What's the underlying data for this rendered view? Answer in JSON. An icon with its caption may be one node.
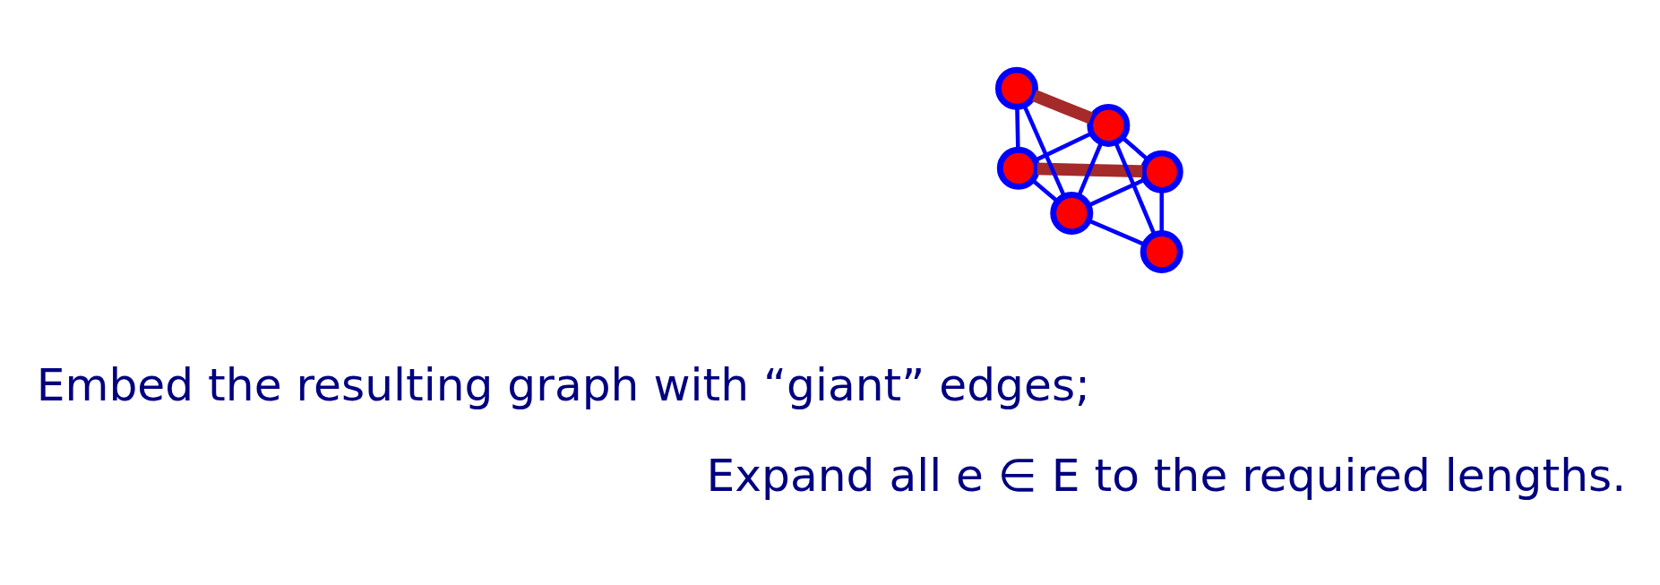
{
  "diagram": {
    "nodes": [
      {
        "text": [],
        "shape": "circle"
      },
      {
        "text": [],
        "shape": "circle"
      },
      {
        "text": [],
        "shape": "circle"
      },
      {
        "text": [],
        "shape": "circle"
      },
      {
        "text": [],
        "shape": "circle"
      },
      {
        "text": [],
        "shape": "circle"
      }
    ],
    "edges": [
      {
        "from": 0,
        "to": 1,
        "arrow": "none",
        "style": "thick",
        "color": "#a52a2a"
      },
      {
        "from": 0,
        "to": 4,
        "arrow": "none"
      },
      {
        "from": 0,
        "to": 3,
        "arrow": "none"
      },
      {
        "from": 0,
        "to": 5,
        "arrow": "none"
      },
      {
        "from": 1,
        "to": 4,
        "arrow": "none"
      },
      {
        "from": 1,
        "to": 2,
        "arrow": "none"
      },
      {
        "from": 1,
        "to": 3,
        "arrow": "none"
      },
      {
        "from": 2,
        "to": 4,
        "arrow": "none"
      },
      {
        "from": 2,
        "to": 3,
        "arrow": "none"
      },
      {
        "from": 3,
        "to": 4,
        "arrow": "none"
      },
      {
        "from": 4,
        "to": 5,
        "arrow": "none"
      },
      {
        "from": 3,
        "to": 5,
        "arrow": "none",
        "style": "thick",
        "color": "#a52a2a"
      }
    ],
    "labels": [
      "Embed the resulting graph with “giant” edges;",
      "Expand all e ∈ E to the required lengths."
    ]
  }
}
